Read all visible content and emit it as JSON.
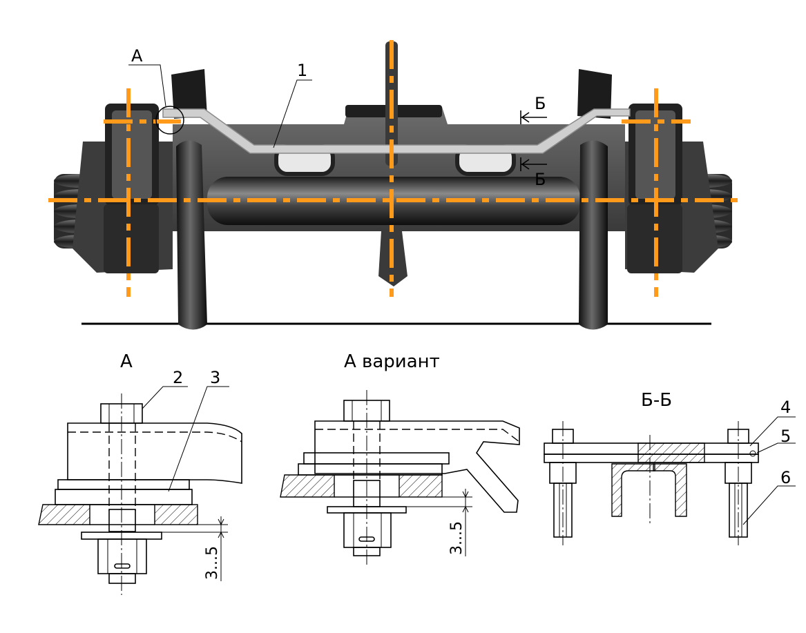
{
  "labels": {
    "callout_1": "1",
    "callout_2": "2",
    "callout_3": "3",
    "callout_4": "4",
    "callout_5": "5",
    "callout_6": "6",
    "view_a_marker": "А",
    "section_b_top": "Б",
    "section_b_bottom": "Б"
  },
  "titles": {
    "view_a": "А",
    "view_a_variant": "А вариант",
    "section_bb": "Б-Б"
  },
  "dimensions": {
    "gap_view_a": "3...5",
    "gap_view_a_variant": "3...5"
  },
  "colors": {
    "axis_orange": "#ff9a1a",
    "rail_black": "#000000",
    "metal_dark": "#2a2a2a",
    "bar_grey": "#c9c9c9"
  }
}
